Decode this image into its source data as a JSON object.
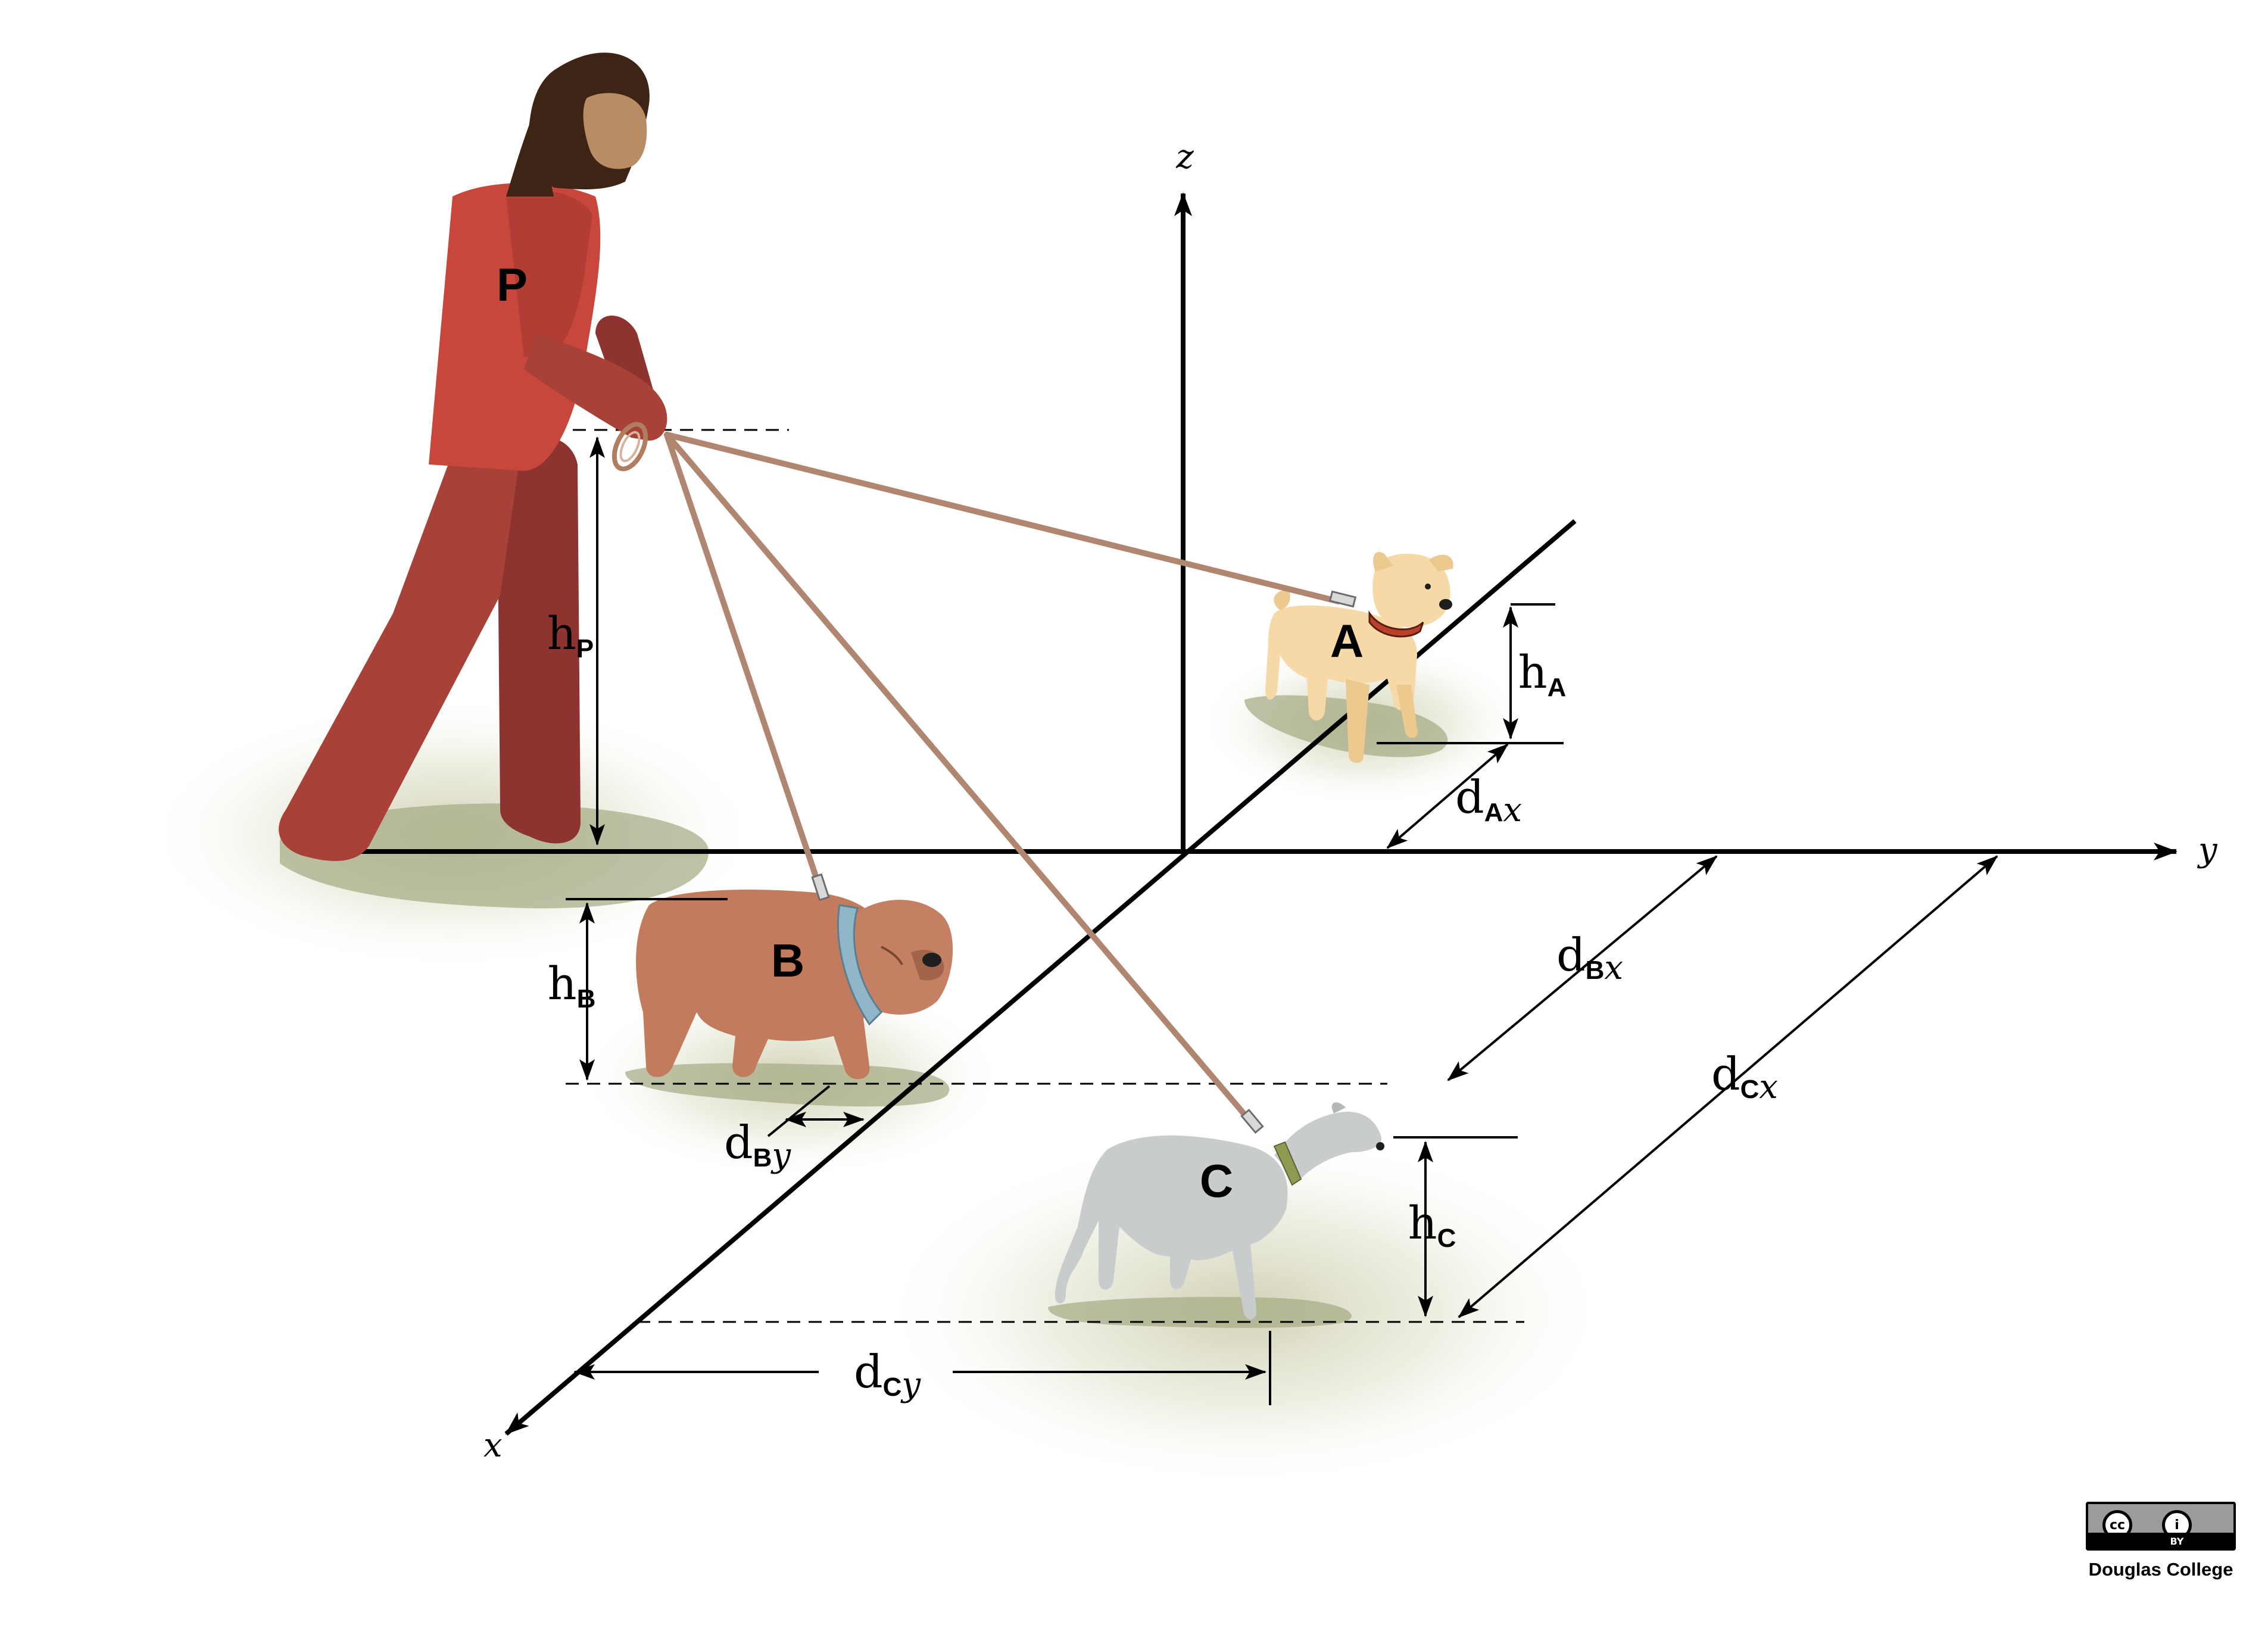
{
  "axes": {
    "x": "x",
    "y": "y",
    "z": "z"
  },
  "figures": {
    "person": "P",
    "dog_a": "A",
    "dog_b": "B",
    "dog_c": "C"
  },
  "dimensions": {
    "hP": {
      "main": "h",
      "sub": "P"
    },
    "hA": {
      "main": "h",
      "sub": "A"
    },
    "hB": {
      "main": "h",
      "sub": "B"
    },
    "hC": {
      "main": "h",
      "sub": "C"
    },
    "dAx": {
      "main": "d",
      "sub": "A",
      "axis": "x"
    },
    "dBx": {
      "main": "d",
      "sub": "B",
      "axis": "x"
    },
    "dCx": {
      "main": "d",
      "sub": "C",
      "axis": "x"
    },
    "dBy": {
      "main": "d",
      "sub": "B",
      "axis": "y"
    },
    "dCy": {
      "main": "d",
      "sub": "C",
      "axis": "y"
    }
  },
  "license": {
    "badge_left": "cc",
    "badge_right": "i",
    "badge_bottom": "BY",
    "credit": "Douglas College"
  },
  "colors": {
    "person_light": "#c9463c",
    "person_dark": "#8e3430",
    "hair": "#3e2415",
    "skin": "#b98d63",
    "dog_a": "#f6d9a6",
    "dog_b": "#c27b5c",
    "dog_c": "#c9cccc",
    "leash": "#b08670",
    "shadow": "#a9ad88"
  }
}
